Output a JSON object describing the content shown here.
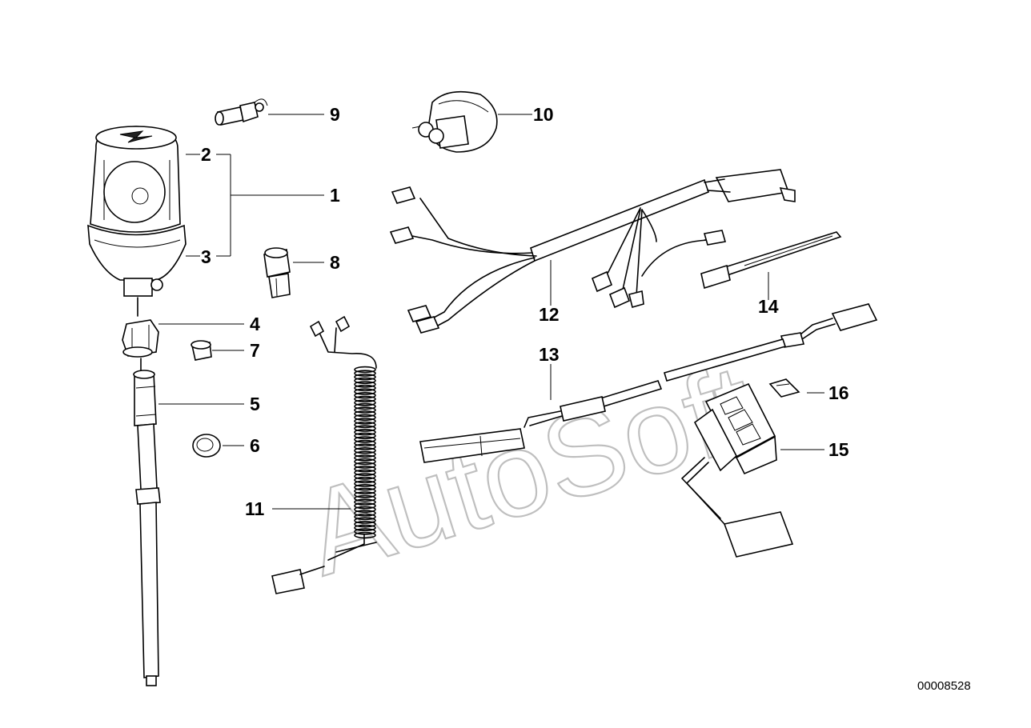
{
  "diagram": {
    "drawing_number": "00008528",
    "watermark": "AutoSoft",
    "callouts": [
      "1",
      "2",
      "3",
      "4",
      "5",
      "6",
      "7",
      "8",
      "9",
      "10",
      "11",
      "12",
      "13",
      "14",
      "15",
      "16"
    ]
  }
}
